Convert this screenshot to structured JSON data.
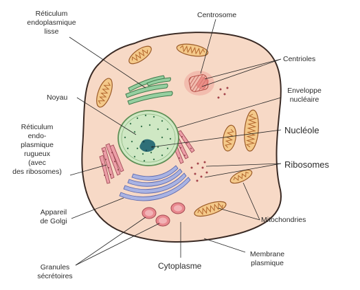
{
  "labels": {
    "smooth_er": "Réticulum\nendoplasmique\nlisse",
    "centrosome": "Centrosome",
    "centrioles": "Centrioles",
    "noyau": "Noyau",
    "envelope": "Enveloppe\nnucléaire",
    "nucleole": "Nucléole",
    "rough_er": "Réticulum\nendo-\nplasmique\nrugueux\n(avec\ndes ribosomes)",
    "ribosomes": "Ribosomes",
    "golgi": "Appareil\nde Golgi",
    "mitochondries": "Mitochondries",
    "granules": "Granules\nsécrétoires",
    "cytoplasme": "Cytoplasme",
    "membrane": "Membrane\nplasmique"
  },
  "colors": {
    "cytoplasm": "#f7d9c6",
    "membrane": "#3a2a24",
    "nucleus": "#cfe8c4",
    "nucleolus": "#2f6f78",
    "golgi": "#a9b3e3",
    "mitochondria": "#f4c98a",
    "rough_er": "#ec9ea7",
    "smooth_er": "#96cfa0",
    "centrosome": "#e47771",
    "granules": "#e8888e"
  }
}
